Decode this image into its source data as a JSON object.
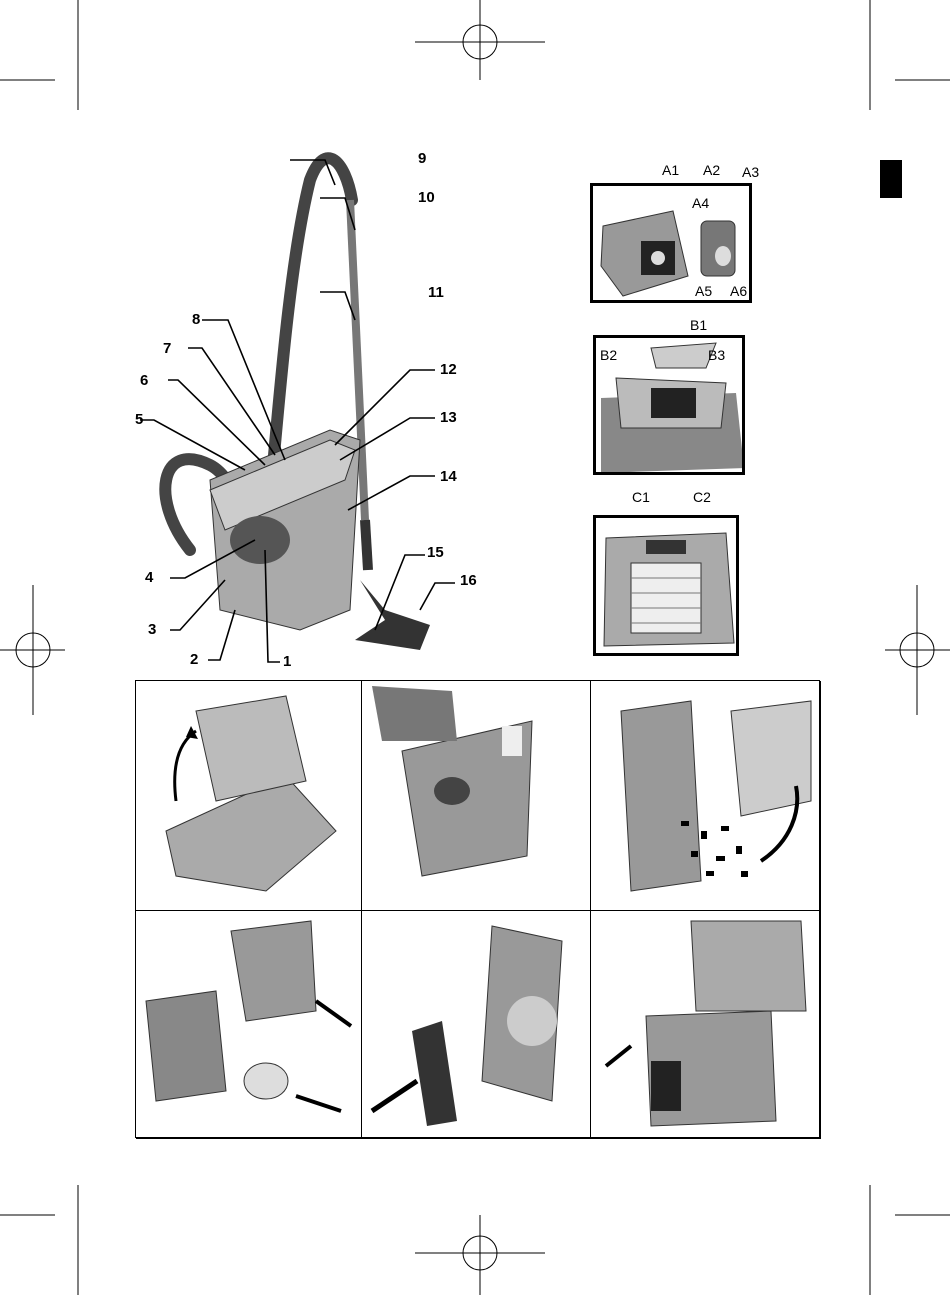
{
  "main_figure": {
    "labels": [
      "1",
      "2",
      "3",
      "4",
      "5",
      "6",
      "7",
      "8",
      "9",
      "10",
      "11",
      "12",
      "13",
      "14",
      "15",
      "16"
    ]
  },
  "detail_a": {
    "labels": [
      "A1",
      "A2",
      "A3",
      "A4",
      "A5",
      "A6"
    ]
  },
  "detail_b": {
    "labels": [
      "B1",
      "B2",
      "B3"
    ]
  },
  "detail_c": {
    "labels": [
      "C1",
      "C2"
    ]
  },
  "step_photos": [
    "open-lid",
    "remove-dust-container",
    "empty-dust-container",
    "detach-filters",
    "clean-filter",
    "replace-exhaust-filter"
  ],
  "colors": {
    "ink": "#000000",
    "photo_gray": "#9a9a9a",
    "section_tab": "#000000"
  }
}
